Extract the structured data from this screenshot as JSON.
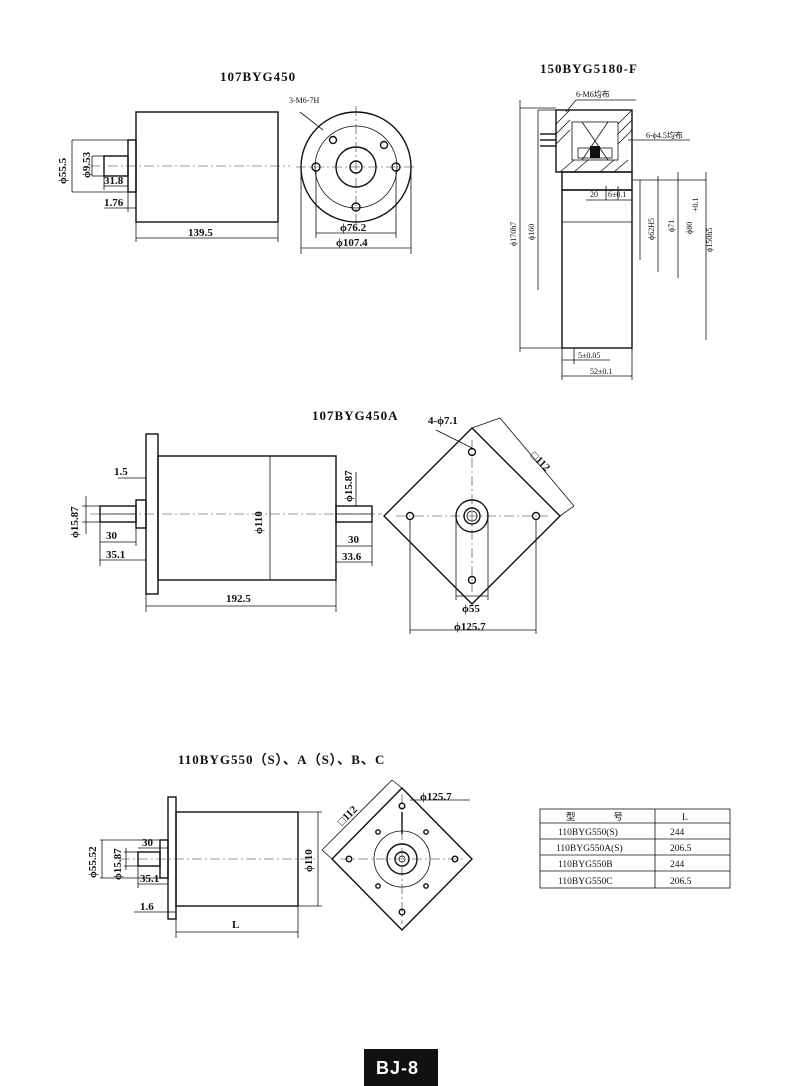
{
  "drawings": {
    "d1": {
      "title": "107BYG450",
      "holes_label": "3-M6-7H",
      "dims": {
        "d_flange": "ϕ55.5",
        "d_shaft": "ϕ9.53",
        "shaft_len": "31.8",
        "pilot": "1.76",
        "length": "139.5",
        "pcd": "ϕ76.2",
        "body_d": "ϕ107.4"
      }
    },
    "d2": {
      "title": "150BYG5180-F",
      "holes_label_top": "6-M6均布",
      "holes_label_side": "6-ϕ4.5均布",
      "dims": {
        "d170": "ϕ170h7",
        "d160": "ϕ160",
        "d62": "ϕ62H5",
        "d71": "ϕ71",
        "d80": "ϕ80",
        "d80_tol": "+0.1",
        "d150": "ϕ150h5",
        "w20": "20",
        "w6": "6±0.1",
        "w5": "5±0.05",
        "w52": "52±0.1"
      }
    },
    "d3": {
      "title": "107BYG450A",
      "holes_label": "4-ϕ7.1",
      "dims": {
        "d_shaft_l": "ϕ15.87",
        "d_shaft_r": "ϕ15.87",
        "pilot": "1.5",
        "shaft_l": "30",
        "shaft_l2": "35.1",
        "body_d": "ϕ110",
        "shaft_r": "30",
        "shaft_r2": "33.6",
        "length": "192.5",
        "square": "□112",
        "pilot_d": "ϕ55",
        "pcd": "ϕ125.7"
      }
    },
    "d4": {
      "title": "110BYG550（S）、A（S）、B、C",
      "dims": {
        "d_flange": "ϕ55.52",
        "d_shaft": "ϕ15.87",
        "shaft": "30",
        "shaft2": "35.1",
        "pilot": "1.6",
        "length": "L",
        "body_d": "ϕ110",
        "square": "□112",
        "pcd": "ϕ125.7"
      }
    }
  },
  "table": {
    "headers": [
      "型　　　　号",
      "L"
    ],
    "rows": [
      [
        "110BYG550(S)",
        "244"
      ],
      [
        "110BYG550A(S)",
        "206.5"
      ],
      [
        "110BYG550B",
        "244"
      ],
      [
        "110BYG550C",
        "206.5"
      ]
    ]
  },
  "page_label": "BJ-8"
}
